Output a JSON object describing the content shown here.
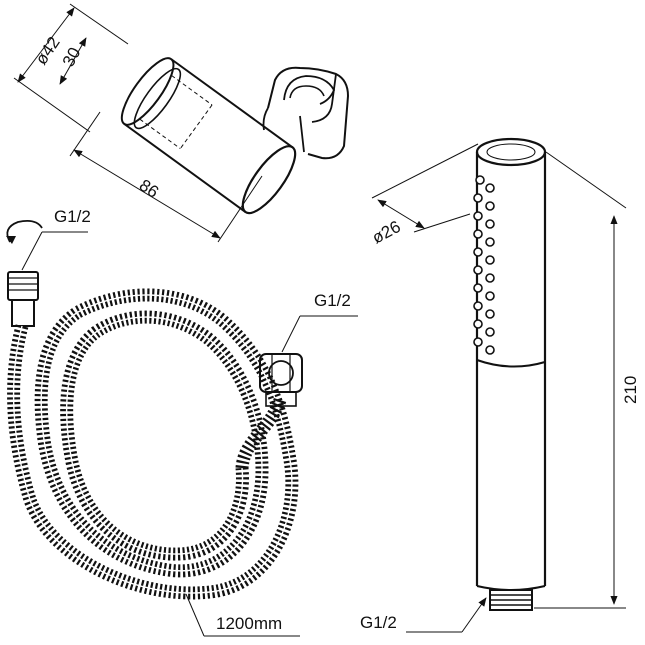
{
  "holder": {
    "outer_diameter": "ø42",
    "inner_depth": "30",
    "length": "86"
  },
  "hose": {
    "inlet_thread": "G1/2",
    "outlet_thread": "G1/2",
    "length": "1200mm"
  },
  "hand_shower": {
    "diameter": "ø26",
    "height": "210",
    "connection_thread": "G1/2"
  }
}
